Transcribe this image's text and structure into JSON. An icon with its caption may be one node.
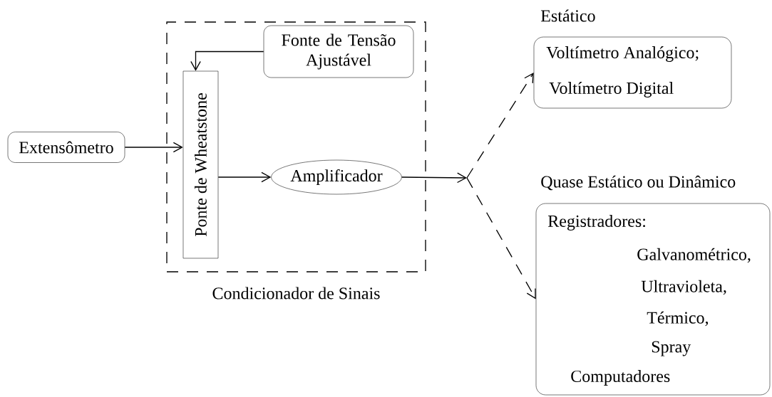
{
  "diagram": {
    "nodes": [
      {
        "text": [
          "Extensômetro"
        ]
      },
      {
        "text": [
          "Condicionador de Sinais"
        ]
      },
      {
        "text": [
          "Fonte de Tensão Ajustável"
        ],
        "in": 1
      },
      {
        "text": [
          "Ponte de Wheatstone"
        ],
        "in": 1
      },
      {
        "text": [
          "Amplificador"
        ],
        "in": 1
      },
      {
        "text": [
          "Estático",
          "Voltímetro Analógico;",
          "Voltímetro Digital"
        ]
      },
      {
        "text": [
          "Quase Estático ou Dinâmico",
          "Registradores:",
          "Galvanométrico,",
          "Ultravioleta,",
          "Térmico,",
          "Spray",
          "Computadores"
        ]
      }
    ],
    "edges": [
      {
        "from": 0,
        "to": 3,
        "arrow": "to"
      },
      {
        "from": 2,
        "to": 3,
        "arrow": "to"
      },
      {
        "from": 3,
        "to": 4,
        "arrow": "to"
      },
      {
        "from": 4,
        "to": 5,
        "arrow": "to",
        "style": "dashed"
      },
      {
        "from": 4,
        "to": 6,
        "arrow": "to",
        "style": "dashed"
      }
    ]
  }
}
